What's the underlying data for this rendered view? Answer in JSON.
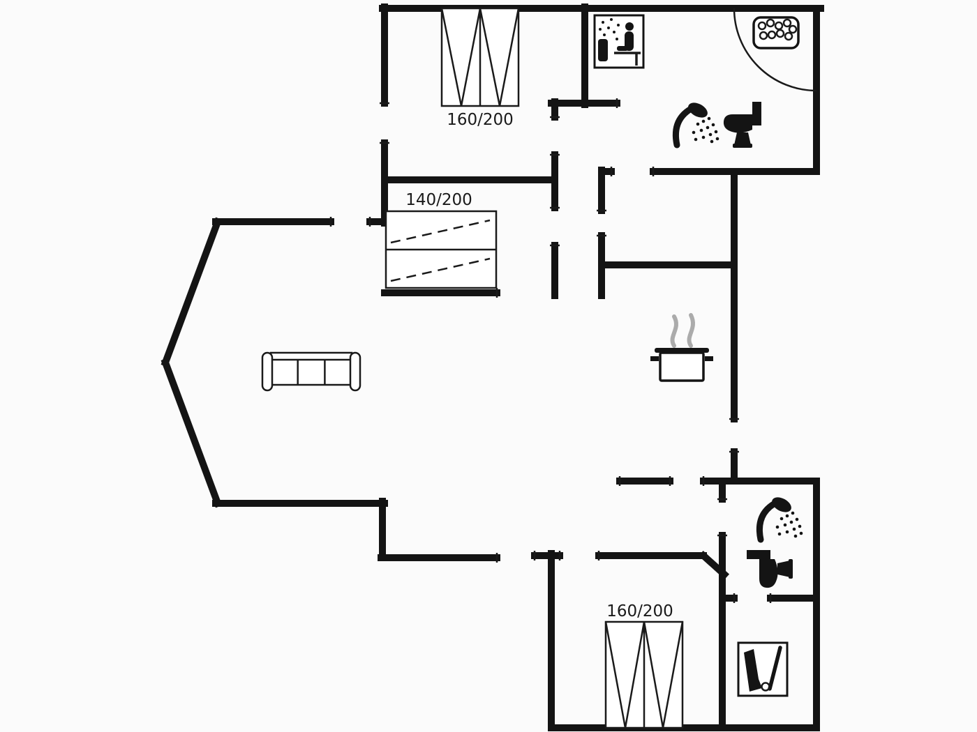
{
  "page": {
    "background": "#fbfbfb",
    "wall_color": "#141414",
    "line_color": "#1a1a1a",
    "steam_color": "#ababab"
  },
  "plan": {
    "bed_labels": {
      "top_bedroom": "160/200",
      "middle_bedroom": "140/200",
      "bottom_bedroom": "160/200"
    },
    "icons": [
      "wardrobe-bed-icon",
      "sauna-icon",
      "hot-tub-icon",
      "shower-icon",
      "toilet-icon",
      "double-bed-icon",
      "sofa-icon",
      "cooking-pot-icon",
      "shower-icon",
      "toilet-icon",
      "single-bed-icon",
      "cleaning-closet-icon"
    ]
  }
}
